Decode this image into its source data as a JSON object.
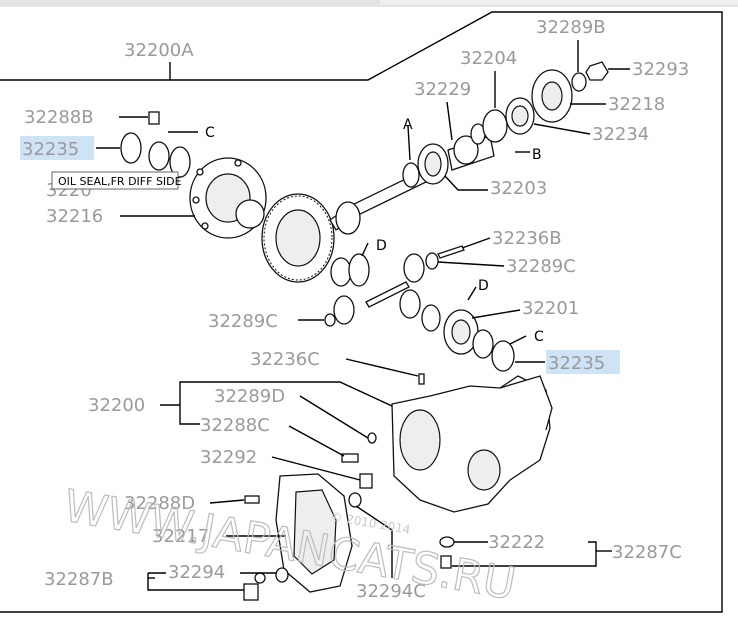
{
  "diagram": {
    "labels": [
      {
        "id": "32200A",
        "text": "32200A"
      },
      {
        "id": "32289B",
        "text": "32289B"
      },
      {
        "id": "32204",
        "text": "32204"
      },
      {
        "id": "32293",
        "text": "32293"
      },
      {
        "id": "32229",
        "text": "32229"
      },
      {
        "id": "32218",
        "text": "32218"
      },
      {
        "id": "32288B",
        "text": "32288B"
      },
      {
        "id": "32234",
        "text": "32234"
      },
      {
        "id": "32235a",
        "text": "32235"
      },
      {
        "id": "32203",
        "text": "32203"
      },
      {
        "id": "32216",
        "text": "32216"
      },
      {
        "id": "32236B",
        "text": "32236B"
      },
      {
        "id": "32289C_a",
        "text": "32289C"
      },
      {
        "id": "32289C_b",
        "text": "32289C"
      },
      {
        "id": "32201",
        "text": "32201"
      },
      {
        "id": "32235b",
        "text": "32235"
      },
      {
        "id": "32236C",
        "text": "32236C"
      },
      {
        "id": "32200",
        "text": "32200"
      },
      {
        "id": "32289D",
        "text": "32289D"
      },
      {
        "id": "32288C",
        "text": "32288C"
      },
      {
        "id": "32292",
        "text": "32292"
      },
      {
        "id": "32288D",
        "text": "32288D"
      },
      {
        "id": "32217",
        "text": "32217"
      },
      {
        "id": "32222",
        "text": "32222"
      },
      {
        "id": "32287C",
        "text": "32287C"
      },
      {
        "id": "32294",
        "text": "32294"
      },
      {
        "id": "32287B",
        "text": "32287B"
      },
      {
        "id": "32294C",
        "text": "32294C"
      }
    ],
    "letters": [
      "C",
      "A",
      "B",
      "D",
      "D",
      "C"
    ],
    "tooltip": "OIL SEAL,FR DIFF SIDE",
    "partial_label": "3220",
    "watermark": "WWW.JAPANCATS.RU",
    "watermark_small": "© 2010 2014",
    "colors": {
      "label": "#9a9a9a",
      "highlight": "#cfe3f7",
      "line": "#000000"
    }
  }
}
